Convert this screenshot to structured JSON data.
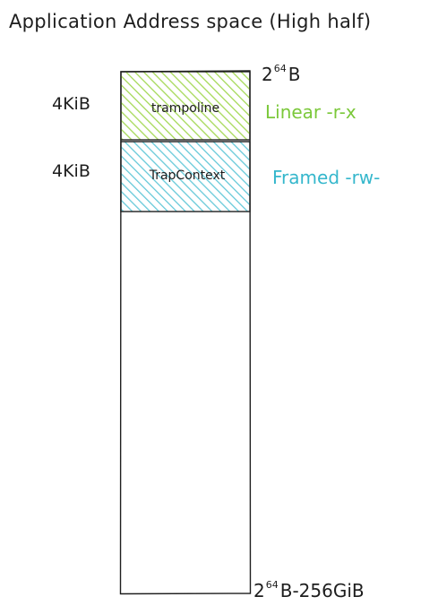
{
  "title": "Application Address space (High half)",
  "addresses": {
    "top": {
      "base": "2",
      "exp": "64",
      "unit": "B"
    },
    "bottom": {
      "base": "2",
      "exp": "64",
      "unit": "B-256GiB"
    }
  },
  "regions": [
    {
      "name": "trampoline",
      "size": "4KiB",
      "perm": "Linear -r-x",
      "color": "#a5d957",
      "perm_color": "#7bc83a"
    },
    {
      "name": "TrapContext",
      "size": "4KiB",
      "perm": "Framed -rw-",
      "color": "#66c9d9",
      "perm_color": "#35b7cc"
    }
  ]
}
